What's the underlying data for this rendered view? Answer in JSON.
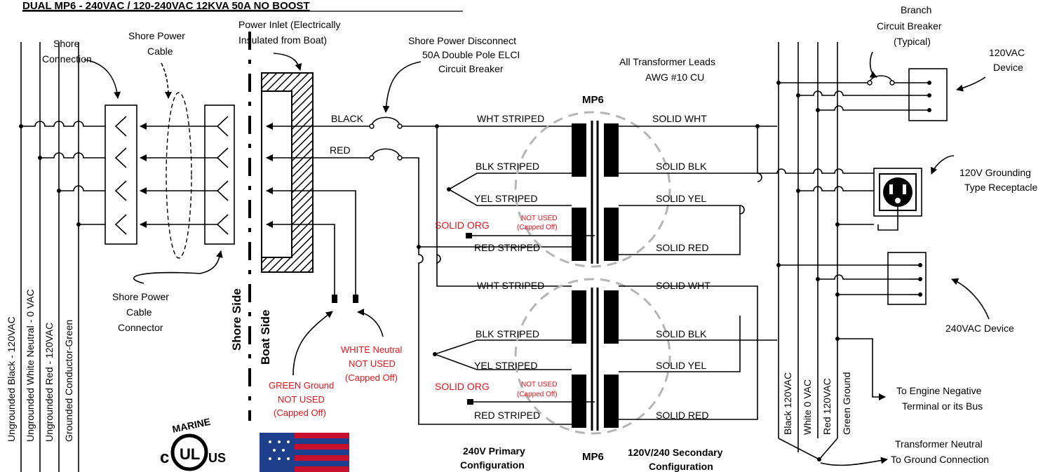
{
  "title": "DUAL MP6 - 240VAC / 120-240VAC 12KVA 50A NO BOOST",
  "shore": {
    "connection": [
      "Shore",
      "Connection"
    ],
    "cable": [
      "Shore Power",
      "Cable"
    ],
    "connector": [
      "Shore Power",
      "Cable",
      "Connector"
    ],
    "conductors": [
      "Ungrounded Black - 120VAC",
      "Ungrounded White Neutral - 0 VAC",
      "Ungrounded Red - 120VAC",
      "Grounded Conductor-Green"
    ],
    "side": "Shore Side",
    "boat_side": "Boat Side"
  },
  "inlet": [
    "Power Inlet (Electrically",
    "Insulated from Boat)"
  ],
  "disconnect": [
    "Shore Power Disconnect",
    "50A Double Pole ELCI",
    "Circuit Breaker"
  ],
  "leads_note": [
    "All Transformer Leads",
    "AWG #10 CU"
  ],
  "wires": {
    "black": "BLACK",
    "red": "RED"
  },
  "green_ground": [
    "GREEN Ground",
    "NOT USED",
    "(Capped Off)"
  ],
  "white_neutral": [
    "WHITE Neutral",
    "NOT USED",
    "(Capped Off)"
  ],
  "transformer_label": "MP6",
  "primary_leads": [
    "WHT STRIPED",
    "BLK STRIPED",
    "YEL STRIPED",
    "RED STRIPED"
  ],
  "secondary_leads": [
    "SOLID WHT",
    "SOLID BLK",
    "SOLID YEL",
    "SOLID RED"
  ],
  "solid_org": "SOLID ORG",
  "not_used": [
    "NOT USED",
    "(Capped Off)"
  ],
  "primary_config": [
    "240V Primary",
    "Configuration"
  ],
  "secondary_config": [
    "120V/240 Secondary",
    "Configuration"
  ],
  "bus": [
    "Black 120VAC",
    "White 0 VAC",
    "Red 120VAC",
    "Green Ground"
  ],
  "branch": [
    "Branch",
    "Circuit Breaker",
    "(Typical)"
  ],
  "device120": [
    "120VAC",
    "Device"
  ],
  "receptacle": [
    "120V Grounding",
    "Type Receptacle"
  ],
  "device240": "240VAC Device",
  "engine": [
    "To Engine Negative",
    "Terminal or its Bus"
  ],
  "neutral_ground": [
    "Transformer Neutral",
    "To Ground Connection"
  ],
  "logo": {
    "marine": "MARINE",
    "ul": "UL",
    "c": "c",
    "us": "US"
  },
  "colors": {
    "accent": "#e8141b",
    "dashed_circle": "#b5b5b5"
  }
}
